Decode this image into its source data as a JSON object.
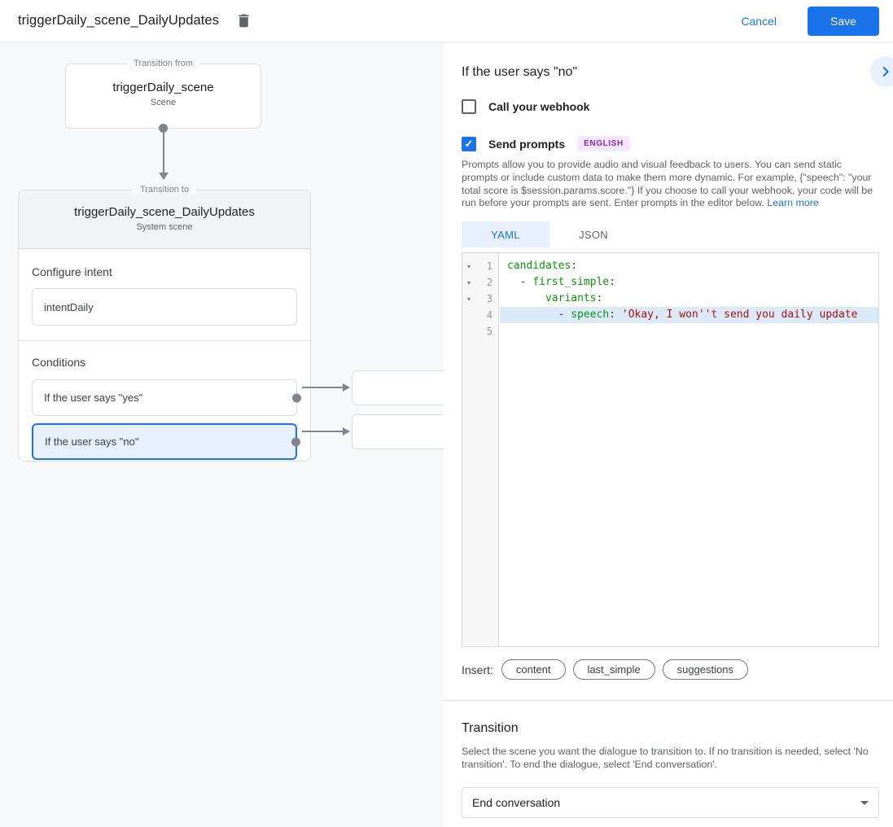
{
  "topbar": {
    "title": "triggerDaily_scene_DailyUpdates",
    "cancel_label": "Cancel",
    "save_label": "Save"
  },
  "canvas": {
    "from_box": {
      "legend": "Transition from",
      "title": "triggerDaily_scene",
      "subtitle": "Scene"
    },
    "to_box": {
      "legend": "Transition to",
      "title": "triggerDaily_scene_DailyUpdates",
      "subtitle": "System scene",
      "configure_intent_label": "Configure intent",
      "intent_value": "intentDaily",
      "conditions_label": "Conditions",
      "conditions": [
        {
          "label": "If the user says \"yes\"",
          "selected": false
        },
        {
          "label": "If the user says \"no\"",
          "selected": true
        }
      ]
    }
  },
  "panel": {
    "title": "If the user says \"no\"",
    "webhook_checkbox": {
      "label": "Call your webhook",
      "checked": false
    },
    "prompts_checkbox": {
      "label": "Send prompts",
      "checked": true,
      "badge": "ENGLISH"
    },
    "description": "Prompts allow you to provide audio and visual feedback to users. You can send static prompts or include custom data to make them more dynamic. For example, {\"speech\": \"your total score is $session.params.score.\"} If you choose to call your webhook, your code will be run before your prompts are sent. Enter prompts in the editor below. ",
    "learn_more_label": "Learn more",
    "tabs": [
      {
        "label": "YAML",
        "active": true
      },
      {
        "label": "JSON",
        "active": false
      }
    ],
    "editor": {
      "lines": [
        {
          "num": "1",
          "fold": true,
          "highlight": false,
          "tokens": [
            {
              "text": "candidates",
              "type": "key"
            },
            {
              "text": ":",
              "type": "plain"
            }
          ]
        },
        {
          "num": "2",
          "fold": true,
          "highlight": false,
          "tokens": [
            {
              "text": "  - ",
              "type": "plain"
            },
            {
              "text": "first_simple",
              "type": "key"
            },
            {
              "text": ":",
              "type": "plain"
            }
          ]
        },
        {
          "num": "3",
          "fold": true,
          "highlight": false,
          "tokens": [
            {
              "text": "      ",
              "type": "plain"
            },
            {
              "text": "variants",
              "type": "key"
            },
            {
              "text": ":",
              "type": "plain"
            }
          ]
        },
        {
          "num": "4",
          "fold": false,
          "highlight": true,
          "tokens": [
            {
              "text": "        - ",
              "type": "plain"
            },
            {
              "text": "speech",
              "type": "key"
            },
            {
              "text": ": ",
              "type": "plain"
            },
            {
              "text": "'Okay, I won''t send you daily update",
              "type": "string"
            }
          ]
        },
        {
          "num": "5",
          "fold": false,
          "highlight": false,
          "tokens": []
        }
      ]
    },
    "insert": {
      "label": "Insert:",
      "pills": [
        "content",
        "last_simple",
        "suggestions"
      ]
    },
    "transition": {
      "title": "Transition",
      "description": "Select the scene you want the dialogue to transition to. If no transition is needed, select 'No transition'. To end the dialogue, select 'End conversation'.",
      "value": "End conversation"
    }
  },
  "colors": {
    "accent_blue": "#1a73e8",
    "selected_fill": "#e8f0fe",
    "badge_bg": "#f3e8fd",
    "badge_text": "#8627ce",
    "code_key": "#099709",
    "code_string": "#aa1111",
    "line_highlight": "#dce9f8"
  }
}
